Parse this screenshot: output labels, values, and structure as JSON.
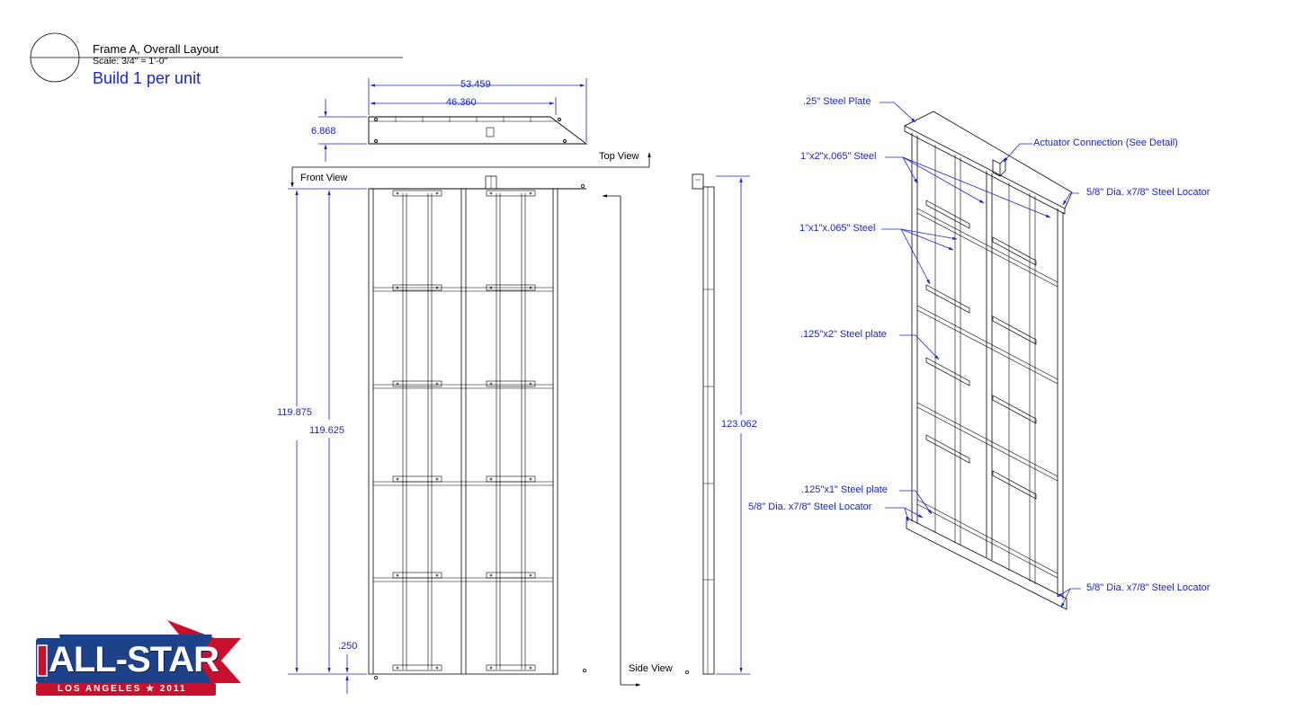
{
  "title_block": {
    "title": "Frame A, Overall Layout",
    "scale": "Scale: 3/4\" = 1'-0\"",
    "build": "Build 1 per unit"
  },
  "views": {
    "top": "Top View",
    "front": "Front View",
    "side": "Side View"
  },
  "dimensions": {
    "top_width_overall": "53.459",
    "top_width_inner": "46.360",
    "top_depth": "6.868",
    "front_height_outer": "119.875",
    "front_height_inner": "119.625",
    "front_base": ".250",
    "side_height": "123.062"
  },
  "callouts": {
    "steel_plate": ".25\" Steel Plate",
    "actuator": "Actuator Connection (See Detail)",
    "tube_1x2": "1\"x2\"x.065\" Steel",
    "locator_top": "5/8\" Dia. x7/8\" Steel Locator",
    "tube_1x1": "1\"x1\"x.065\" Steel",
    "plate_125x2": ".125\"x2\" Steel plate",
    "plate_125x1": ".125\"x1\" Steel plate",
    "locator_left": "5/8\" Dia. x7/8\" Steel Locator",
    "locator_bottom": "5/8\" Dia. x7/8\" Steel Locator"
  },
  "logo": {
    "brand": "ALL-STAR",
    "city_year": "LOS ANGELES ★ 2011"
  },
  "colors": {
    "dimension": "#1a22d6",
    "line": "#000000",
    "logo_red": "#c8102e",
    "logo_blue": "#1d428a"
  }
}
